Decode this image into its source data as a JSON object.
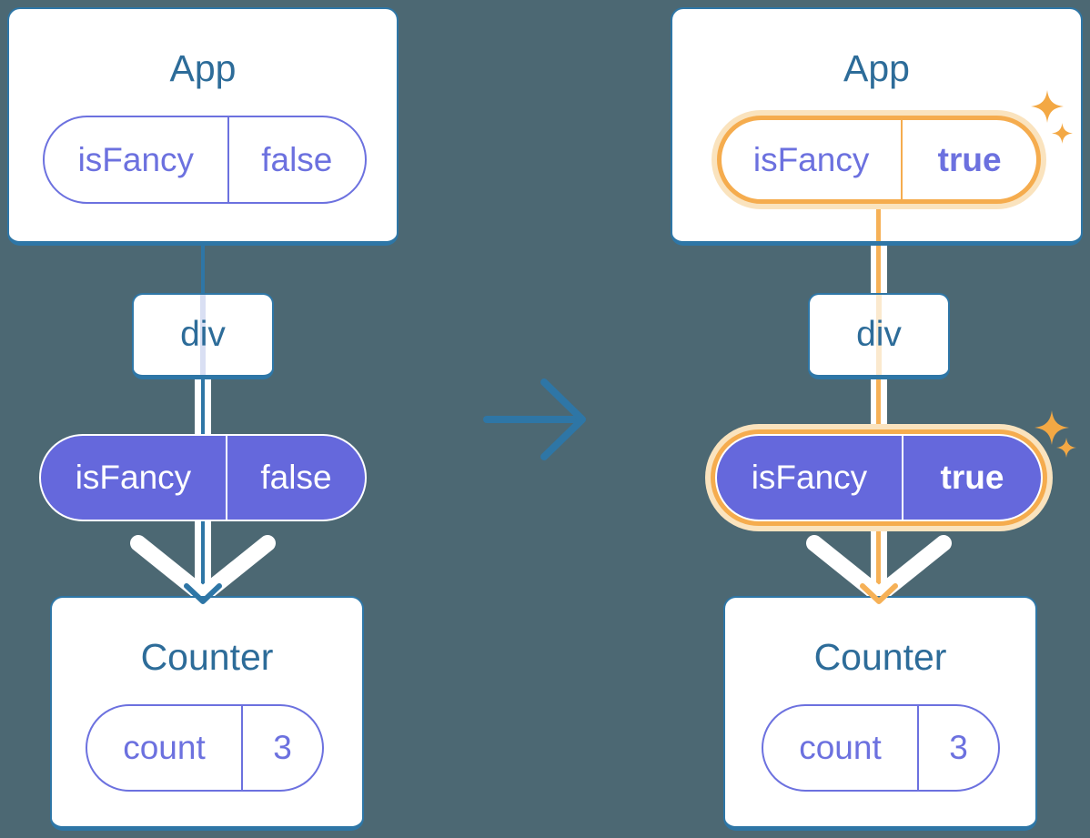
{
  "colors": {
    "background": "#4C6873",
    "card": "#FFFFFF",
    "line-blue": "#2E76A6",
    "title-blue": "#2D6C99",
    "purple": "#6C71DF",
    "purple-fill": "#6568DC",
    "lavender-faded": "#D9DFF3",
    "orange": "#F5AC4E",
    "orange-light": "#FAE3BE",
    "orange-arrow": "#F6B157",
    "cream-faded": "#FBE9CE",
    "sparkle": "#F3A844"
  },
  "panels": {
    "before": {
      "app": {
        "title": "App",
        "state": {
          "name": "isFancy",
          "value": "false"
        }
      },
      "container": {
        "label": "div"
      },
      "prop": {
        "name": "isFancy",
        "value": "false"
      },
      "counter": {
        "title": "Counter",
        "state": {
          "name": "count",
          "value": "3"
        }
      }
    },
    "after": {
      "app": {
        "title": "App",
        "state": {
          "name": "isFancy",
          "value": "true"
        }
      },
      "container": {
        "label": "div"
      },
      "prop": {
        "name": "isFancy",
        "value": "true"
      },
      "counter": {
        "title": "Counter",
        "state": {
          "name": "count",
          "value": "3"
        }
      }
    }
  }
}
